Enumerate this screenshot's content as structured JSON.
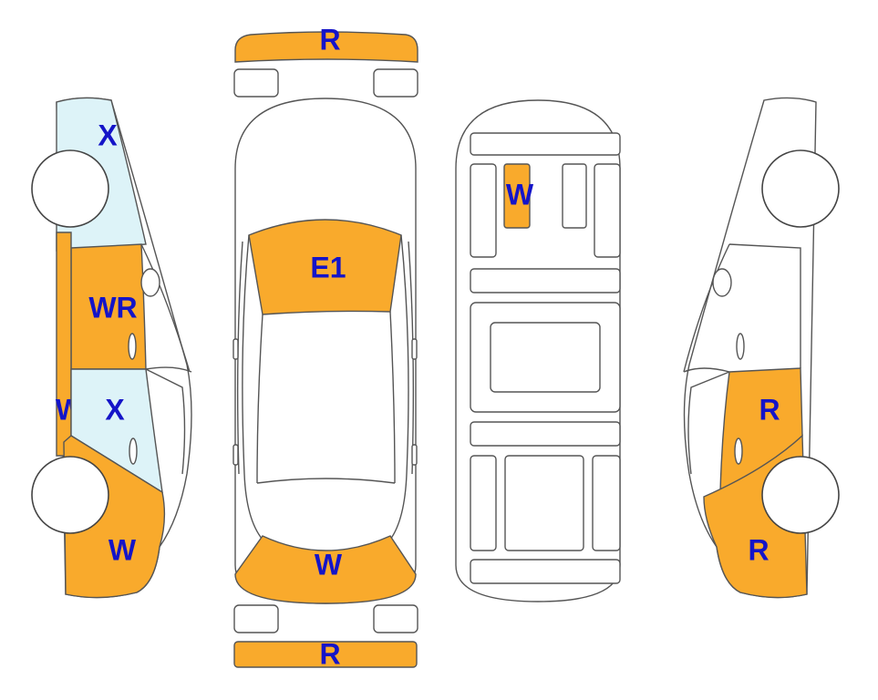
{
  "colors": {
    "damage": "#F9AA2C",
    "glass": "#DDF3F8",
    "outline": "#555555",
    "label": "#1414C8"
  },
  "labels": {
    "front_bumper": "R",
    "rear_bumper": "R",
    "hood": "E1",
    "trunk": "W",
    "roof_panel": "W",
    "left_front_fender": "X",
    "left_front_door": "WR",
    "left_rocker": "W",
    "left_rear_door": "X",
    "left_rear_quarter": "W",
    "right_rear_door": "R",
    "right_rear_quarter": "R"
  }
}
